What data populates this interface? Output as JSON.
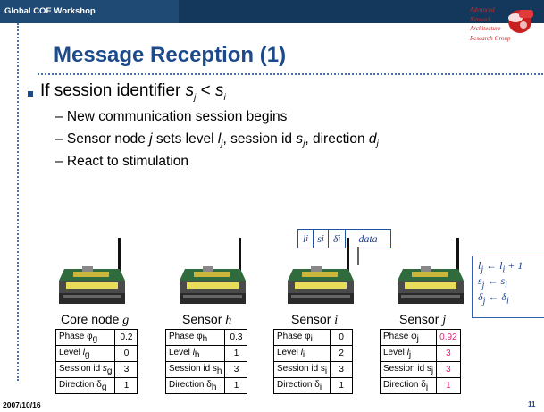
{
  "header": {
    "workshop": "Global COE Workshop",
    "lab_lines": [
      "Advanced",
      "Network",
      "Architecture",
      "Research Group"
    ]
  },
  "title": "Message Reception (1)",
  "bullet": {
    "prefix": "If session identifier ",
    "condition": "s",
    "sub_j": "j",
    "op": " < ",
    "rhs": "s",
    "sub_i": "i"
  },
  "subpoints": {
    "s1": "– New communication session begins",
    "s2_a": "– Sensor node ",
    "s2_j": "j",
    "s2_b": " sets level ",
    "s2_l": "l",
    "s2_c": ", session id ",
    "s2_s": "s",
    "s2_d": ", direction ",
    "s2_dir": "d",
    "s3": "– React to stimulation"
  },
  "packet": {
    "f1": "l",
    "f2": "s",
    "f3": "δ",
    "f4": "data"
  },
  "update": {
    "l1": "lj ← li + 1",
    "l2": "sj ← si",
    "l3": "δj ← δi"
  },
  "nodes": [
    {
      "label": "Core node ",
      "id": "g",
      "phase": "0.2",
      "level": "0",
      "session": "3",
      "direction": "1"
    },
    {
      "label": "Sensor ",
      "id": "h",
      "phase": "0.3",
      "level": "1",
      "session": "3",
      "direction": "1"
    },
    {
      "label": "Sensor ",
      "id": "i",
      "phase": "0",
      "level": "2",
      "session": "3",
      "direction": "1"
    },
    {
      "label": "Sensor ",
      "id": "j",
      "phase": "0.92",
      "level": "3",
      "session": "3",
      "direction": "1"
    }
  ],
  "rows": {
    "phase": "Phase φ",
    "level": "Level l",
    "session": "Session id s",
    "direction": "Direction δ"
  },
  "footer": {
    "date": "2007/10/16",
    "page": "11"
  },
  "colors": {
    "header": "#14385c",
    "title": "#1c4a8a",
    "highlight": "#e0207a"
  }
}
